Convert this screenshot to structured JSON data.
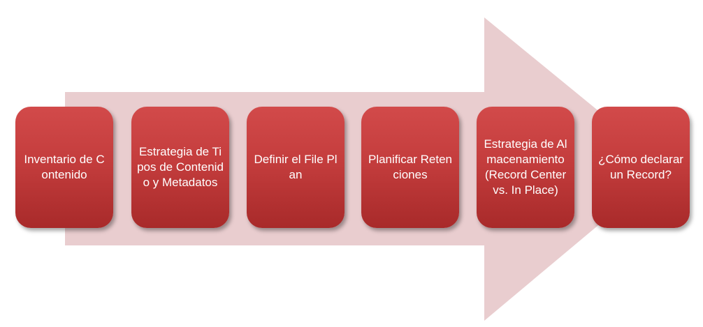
{
  "diagram": {
    "arrow_color": "#e9cdcf",
    "box_color": "#c43d3d",
    "steps": [
      {
        "label": "Inventario de Contenido"
      },
      {
        "label": "Estrategia de Tipos de Contenido y Metadatos"
      },
      {
        "label": "Definir el File Plan"
      },
      {
        "label": "Planificar Retenciones"
      },
      {
        "label": "Estrategia de Almacenamiento (Record Center vs. In Place)"
      },
      {
        "label": "¿Cómo declarar un Record?"
      }
    ]
  }
}
